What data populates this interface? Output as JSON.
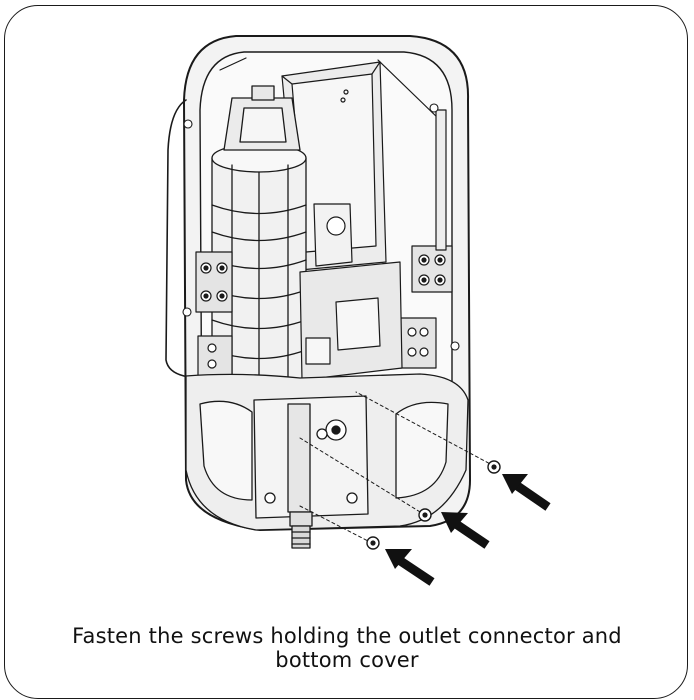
{
  "caption": {
    "text": "Fasten the screws holding the outlet connector and bottom cover"
  },
  "illustration": {
    "subject": "water-heater-internal-assembly",
    "screw_count": 3,
    "arrow_count": 3
  }
}
